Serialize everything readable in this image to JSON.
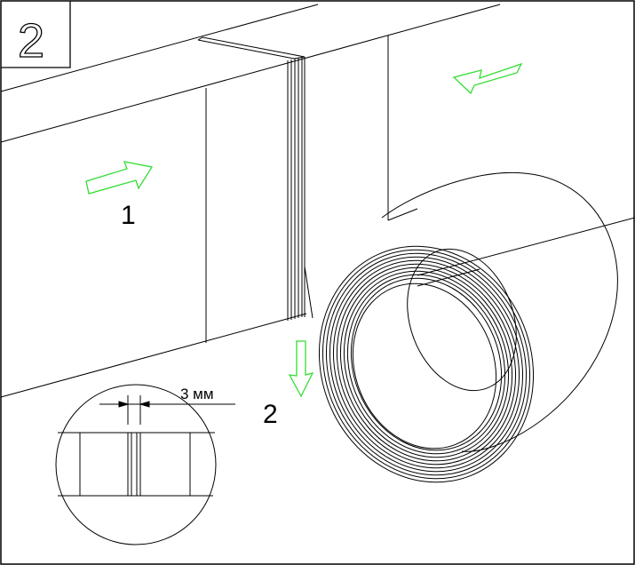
{
  "step_number": "2",
  "labels": {
    "arrow_1": "1",
    "arrow_2": "2",
    "gap_dimension": "3 мм"
  },
  "colors": {
    "line": "#000000",
    "arrow": "#33dd33",
    "background": "#ffffff"
  },
  "icons": {
    "step_badge": "outlined-digit-2",
    "arrows": "outline-block-arrow"
  }
}
